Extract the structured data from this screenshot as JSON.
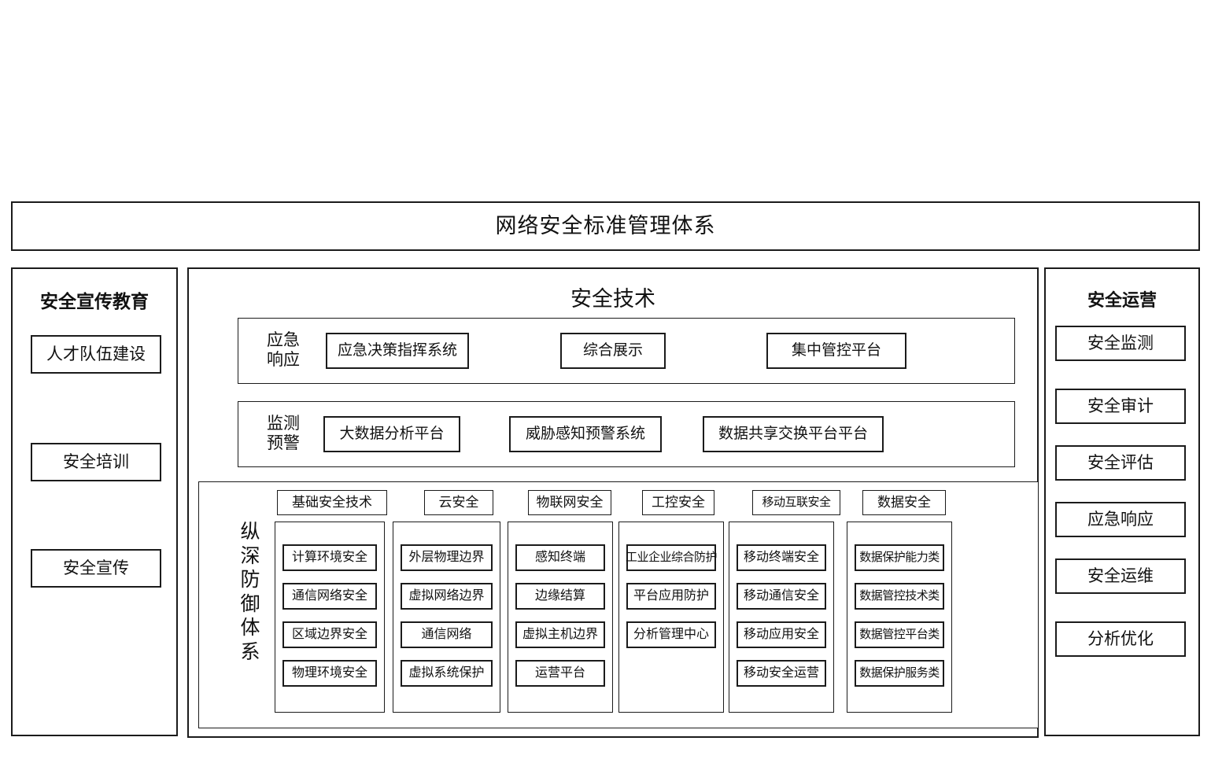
{
  "diagram": {
    "title": "网络安全标准管理体系",
    "left_panel": {
      "title": "安全宣传教育",
      "items": [
        {
          "label": "人才队伍建设"
        },
        {
          "label": "安全培训"
        },
        {
          "label": "安全宣传"
        }
      ]
    },
    "right_panel": {
      "title": "安全运营",
      "items": [
        {
          "label": "安全监测"
        },
        {
          "label": "安全审计"
        },
        {
          "label": "安全评估"
        },
        {
          "label": "应急响应"
        },
        {
          "label": "安全运维"
        },
        {
          "label": "分析优化"
        }
      ]
    },
    "center_panel": {
      "title": "安全技术",
      "bands": [
        {
          "label_line1": "应急",
          "label_line2": "响应",
          "items": [
            {
              "label": "应急决策指挥系统"
            },
            {
              "label": "综合展示"
            },
            {
              "label": "集中管控平台"
            }
          ]
        },
        {
          "label_line1": "监测",
          "label_line2": "预警",
          "items": [
            {
              "label": "大数据分析平台"
            },
            {
              "label": "威胁感知预警系统"
            },
            {
              "label": "数据共享交换平台平台"
            }
          ]
        }
      ],
      "defense": {
        "vertical_label": [
          "纵",
          "深",
          "防",
          "御",
          "体",
          "系"
        ],
        "columns": [
          {
            "header": "基础安全技术",
            "items": [
              {
                "label": "计算环境安全"
              },
              {
                "label": "通信网络安全"
              },
              {
                "label": "区域边界安全"
              },
              {
                "label": "物理环境安全"
              }
            ]
          },
          {
            "header": "云安全",
            "items": [
              {
                "label": "外层物理边界"
              },
              {
                "label": "虚拟网络边界"
              },
              {
                "label": "通信网络"
              },
              {
                "label": "虚拟系统保护"
              }
            ]
          },
          {
            "header": "物联网安全",
            "items": [
              {
                "label": "感知终端"
              },
              {
                "label": "边缘结算"
              },
              {
                "label": "虚拟主机边界"
              },
              {
                "label": "运营平台"
              }
            ]
          },
          {
            "header": "工控安全",
            "items": [
              {
                "label": "工业企业综合防护"
              },
              {
                "label": "平台应用防护"
              },
              {
                "label": "分析管理中心"
              }
            ]
          },
          {
            "header": "移动互联安全",
            "items": [
              {
                "label": "移动终端安全"
              },
              {
                "label": "移动通信安全"
              },
              {
                "label": "移动应用安全"
              },
              {
                "label": "移动安全运营"
              }
            ]
          },
          {
            "header": "数据安全",
            "items": [
              {
                "label": "数据保护能力类"
              },
              {
                "label": "数据管控技术类"
              },
              {
                "label": "数据管控平台类"
              },
              {
                "label": "数据保护服务类"
              }
            ]
          }
        ]
      }
    },
    "colors": {
      "border": "#1b1b1b",
      "background": "#ffffff",
      "text": "#111111"
    }
  }
}
